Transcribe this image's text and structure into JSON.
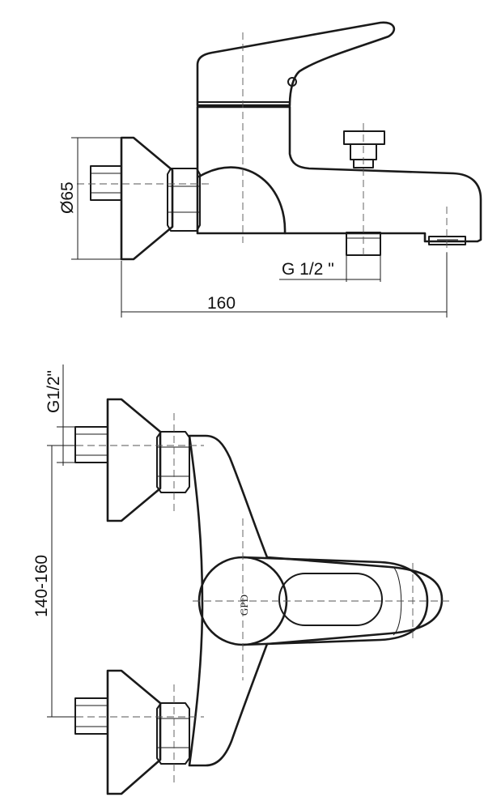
{
  "drawing": {
    "dim_diameter": "Ø65",
    "dim_thread_top": "G 1/2 \"",
    "dim_length": "160",
    "dim_thread_side": "G1/2\"",
    "dim_spacing": "140-160",
    "logo_text": "GPD"
  }
}
